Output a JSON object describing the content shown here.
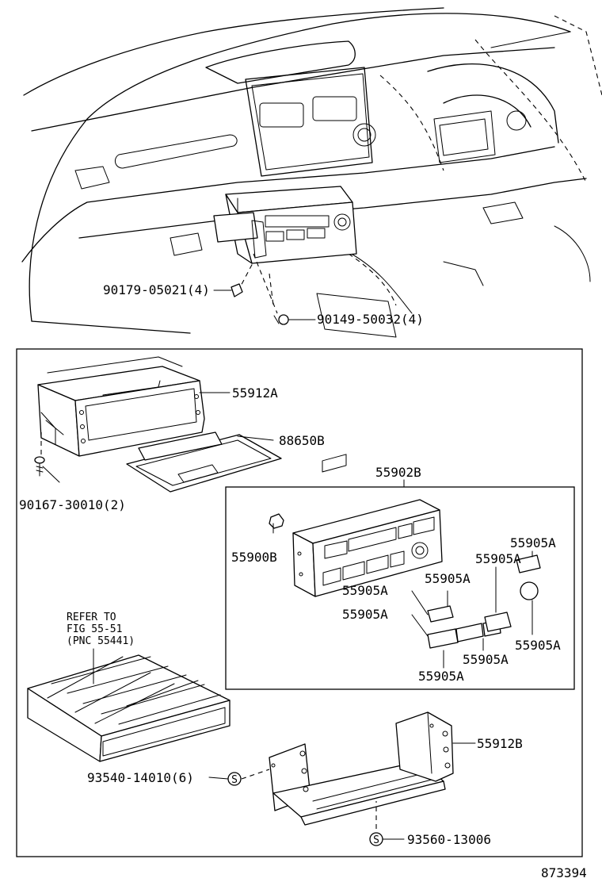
{
  "labels": {
    "p_90179": "90179-05021(4)",
    "p_90149": "90149-50032(4)",
    "p_55912A": "55912A",
    "p_88650B": "88650B",
    "p_90167": "90167-30010(2)",
    "p_55902B": "55902B",
    "p_55900B": "55900B",
    "p_55905A_1": "55905A",
    "p_55905A_2": "55905A",
    "p_55905A_3": "55905A",
    "p_55905A_4": "55905A",
    "p_55905A_5": "55905A",
    "p_55905A_6": "55905A",
    "p_55905A_7": "55905A",
    "p_55905A_8": "55905A",
    "p_55912B": "55912B",
    "p_93540": "93540-14010(6)",
    "p_93560": "93560-13006",
    "refer_1": "REFER TO",
    "refer_2": "FIG 55-51",
    "refer_3": "(PNC 55441)",
    "diagram_no": "873394"
  },
  "symbols": {
    "s_symbol_1": "S",
    "s_symbol_2": "S"
  }
}
